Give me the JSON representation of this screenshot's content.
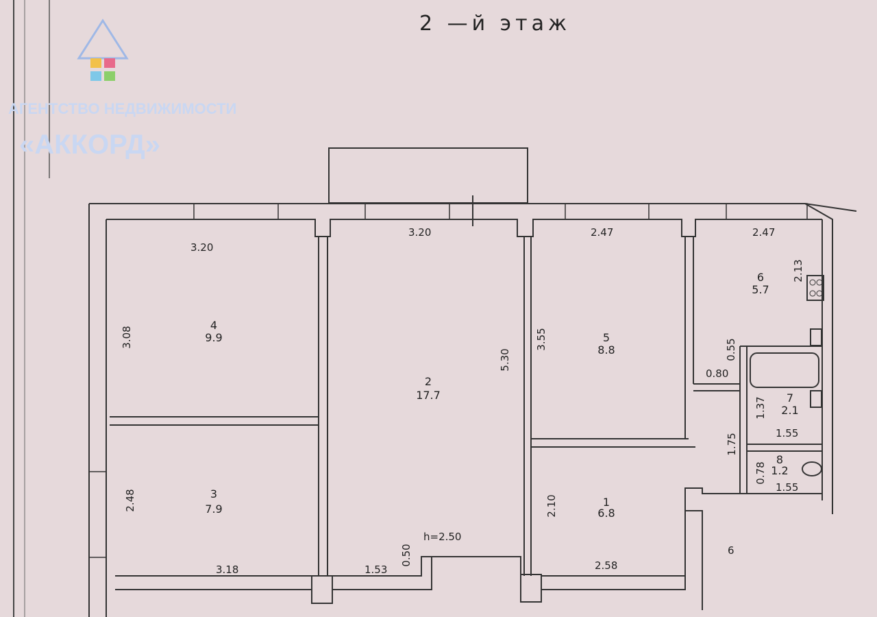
{
  "title": "2   —й  этаж",
  "logo": {
    "line1": "АГЕНТСТВО НЕДВИЖИМОСТИ",
    "line2": "«АККОРД»",
    "colors": {
      "text": "#c9d7f2",
      "roof": "#9fb8e6",
      "tile_a": "#f2c14a",
      "tile_b": "#7ec8e8",
      "tile_c": "#8ccf6a",
      "tile_d": "#e86a8a"
    }
  },
  "height": "h=2.50",
  "rooms": [
    {
      "id": "4",
      "area": "9.9"
    },
    {
      "id": "3",
      "area": "7.9"
    },
    {
      "id": "2",
      "area": "17.7"
    },
    {
      "id": "5",
      "area": "8.8"
    },
    {
      "id": "1",
      "area": "6.8"
    },
    {
      "id": "6",
      "area": "5.7"
    },
    {
      "id": "7",
      "area": "2.1"
    },
    {
      "id": "8",
      "area": "1.2"
    }
  ],
  "dims": {
    "r4_top": "3.20",
    "r4_left": "3.08",
    "r3_left": "2.48",
    "r3_bottom": "3.18",
    "r2_top": "3.20",
    "r2_right": "5.30",
    "r2_bottom": "1.53",
    "r2_step": "0.50",
    "r5_top": "2.47",
    "r5_left": "3.55",
    "r1_left": "2.10",
    "r1_bottom": "2.58",
    "r6_top": "2.47",
    "r6_right": "2.13",
    "r6_gap": "0.55",
    "corr_w": "0.80",
    "r7_left": "1.37",
    "r7_bottom": "1.55",
    "hall_h": "1.75",
    "r8_left": "0.78",
    "r8_bottom": "1.55"
  },
  "stair_mark": "6"
}
